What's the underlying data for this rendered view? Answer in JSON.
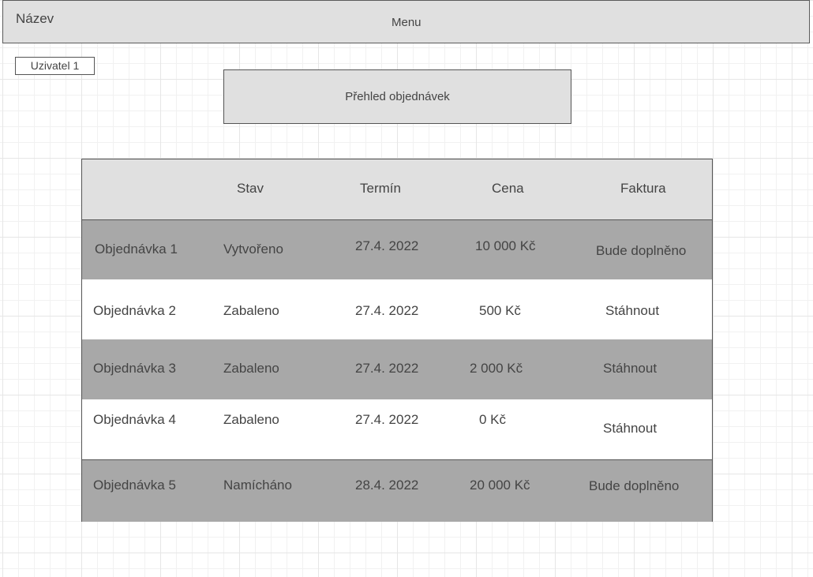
{
  "header": {
    "app_title": "Název",
    "menu_label": "Menu"
  },
  "user": {
    "label": "Uzivatel 1"
  },
  "page": {
    "title": "Přehled objednávek"
  },
  "table": {
    "columns": [
      "",
      "Stav",
      "Termín",
      "Cena",
      "Faktura"
    ],
    "rows": [
      {
        "name": "Objednávka 1",
        "stav": "Vytvořeno",
        "termin": "27.4. 2022",
        "cena": "10 000 Kč",
        "faktura": "Bude doplněno"
      },
      {
        "name": "Objednávka 2",
        "stav": "Zabaleno",
        "termin": "27.4. 2022",
        "cena": "500 Kč",
        "faktura": "Stáhnout"
      },
      {
        "name": "Objednávka 3",
        "stav": "Zabaleno",
        "termin": "27.4. 2022",
        "cena": "2 000 Kč",
        "faktura": "Stáhnout"
      },
      {
        "name": "Objednávka 4",
        "stav": "Zabaleno",
        "termin": "27.4. 2022",
        "cena": "0 Kč",
        "faktura": "Stáhnout"
      },
      {
        "name": "Objednávka 5",
        "stav": "Namícháno",
        "termin": "28.4. 2022",
        "cena": "20 000 Kč",
        "faktura": "Bude doplněno"
      }
    ]
  },
  "colors": {
    "header_bg": "#e0e0e0",
    "row_dark": "#a8a8a8",
    "row_light": "#ffffff",
    "border": "#555555"
  }
}
